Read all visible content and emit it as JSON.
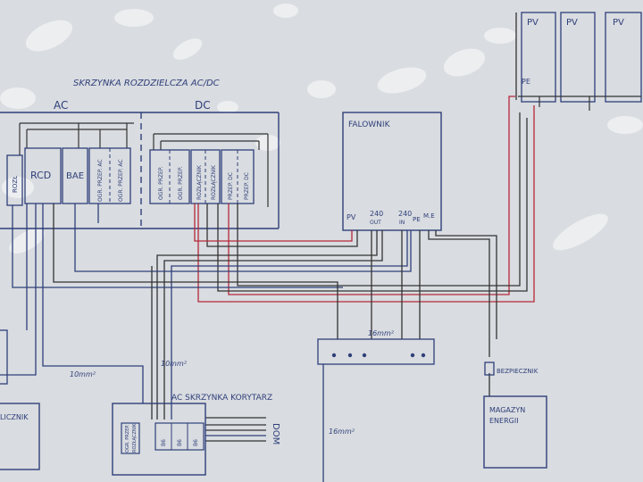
{
  "titles": {
    "ac_dc_box": "SKRZYNKA ROZDZIELCZA AC/DC",
    "ac_section": "AC",
    "dc_section": "DC",
    "ac_corridor_box": "AC SKRZYNKA KORYTARZ"
  },
  "ac_devices": {
    "switch": "ROZŁ",
    "rcd": "RCD",
    "bae": "BAE",
    "surge_1": "OGR. PRZEP. AC",
    "surge_2": "OGR. PRZEP. AC"
  },
  "dc_devices": {
    "protect_a": "OGR. PRZEP.",
    "protect_b": "OGR. PRZEP.",
    "disconnect_a": "ROZŁĄCZNIK",
    "disconnect_b": "ROZŁĄCZNIK",
    "fuse_a": "PRZEP. DC",
    "fuse_b": "PRZEP. DC"
  },
  "inverter": {
    "label": "FALOWNIK",
    "port_pv": "PV",
    "port_240_out": "240",
    "port_240_out_sub": "OUT",
    "port_240_in": "240",
    "port_240_in_sub": "IN",
    "port_pe": "PE",
    "port_me": "M.E"
  },
  "pv_panels": [
    "PV",
    "PV",
    "PV"
  ],
  "pe_label": "PE",
  "storage": {
    "fuse_label": "BEZPIECZNIK",
    "label_line1": "MAGAZYN",
    "label_line2": "ENERGII"
  },
  "left_box_label": "LICZNIK",
  "dom_label": "DOM",
  "cables": {
    "c1": "10mm²",
    "c2": "10mm²",
    "c3": "16mm²",
    "c4": "16mm²"
  },
  "corridor_devices": [
    "B6",
    "B6",
    "B6"
  ],
  "corridor_left_devices": [
    "OGR. PRZEP.",
    "ROZŁĄCZNIK"
  ],
  "colors": {
    "paper": "#d9dce0",
    "ink_blue": "#2f3f7a",
    "ink_black": "#333333",
    "ink_red": "#b5283a"
  }
}
